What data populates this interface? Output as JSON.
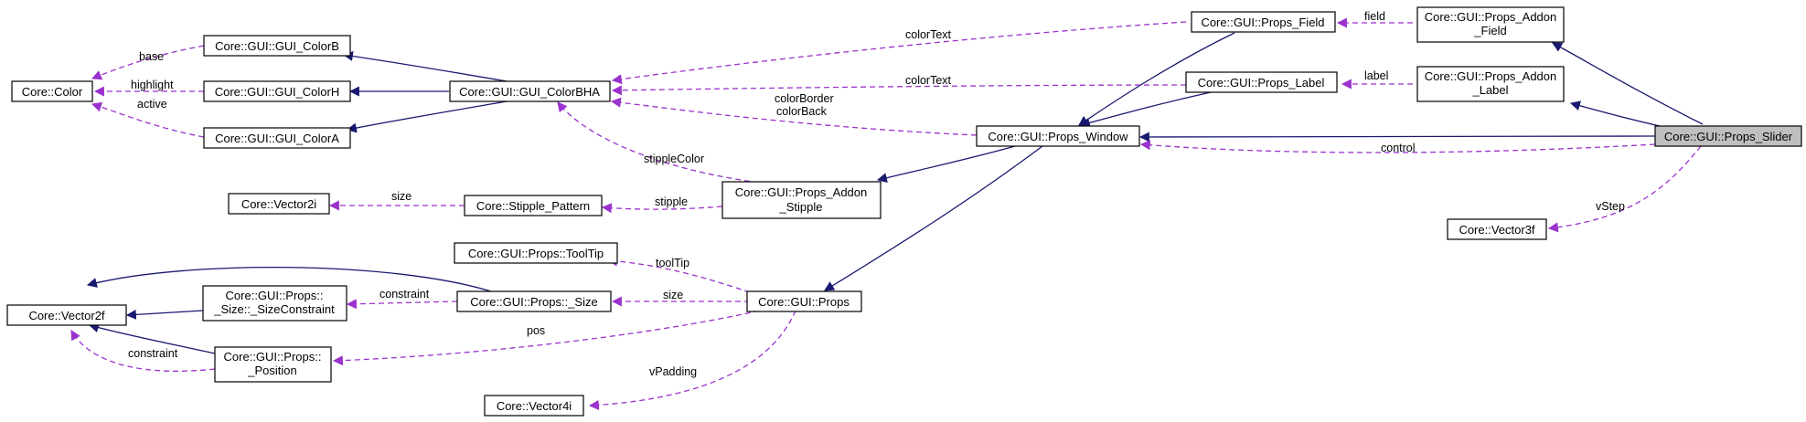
{
  "colors": {
    "inherit": "#191970",
    "use": "#9a32cd",
    "highlight_fill": "#bfbfbf"
  },
  "nodes": {
    "slider": [
      "Core::GUI::Props_Slider"
    ],
    "addon_field": [
      "Core::GUI::Props_Addon",
      "_Field"
    ],
    "addon_label": [
      "Core::GUI::Props_Addon",
      "_Label"
    ],
    "props_field": [
      "Core::GUI::Props_Field"
    ],
    "props_label": [
      "Core::GUI::Props_Label"
    ],
    "props_window": [
      "Core::GUI::Props_Window"
    ],
    "vector3f": [
      "Core::Vector3f"
    ],
    "colorbha": [
      "Core::GUI::GUI_ColorBHA"
    ],
    "colorb": [
      "Core::GUI::GUI_ColorB"
    ],
    "colorh": [
      "Core::GUI::GUI_ColorH"
    ],
    "colora": [
      "Core::GUI::GUI_ColorA"
    ],
    "color": [
      "Core::Color"
    ],
    "addon_stipple": [
      "Core::GUI::Props_Addon",
      "_Stipple"
    ],
    "stipple_pattern": [
      "Core::Stipple_Pattern"
    ],
    "vector2i": [
      "Core::Vector2i"
    ],
    "props": [
      "Core::GUI::Props"
    ],
    "tooltip": [
      "Core::GUI::Props::ToolTip"
    ],
    "size": [
      "Core::GUI::Props::_Size"
    ],
    "sizeconstraint": [
      "Core::GUI::Props::",
      "_Size::_SizeConstraint"
    ],
    "position": [
      "Core::GUI::Props::",
      "_Position"
    ],
    "vector2f": [
      "Core::Vector2f"
    ],
    "vector4i": [
      "Core::Vector4i"
    ]
  },
  "edge_labels": {
    "field": "field",
    "label": "label",
    "control": "control",
    "vstep": "vStep",
    "colortext_field": "colorText",
    "colortext_label": "colorText",
    "colorborder": "colorBorder",
    "colorback": "colorBack",
    "base": "base",
    "highlight": "highlight",
    "active": "active",
    "stipplecolor": "stippleColor",
    "stipple": "stipple",
    "size_vec2i": "size",
    "tooltip": "toolTip",
    "size_props": "size",
    "constraint_size": "constraint",
    "pos": "pos",
    "constraint_pos": "constraint",
    "vpadding": "vPadding"
  }
}
